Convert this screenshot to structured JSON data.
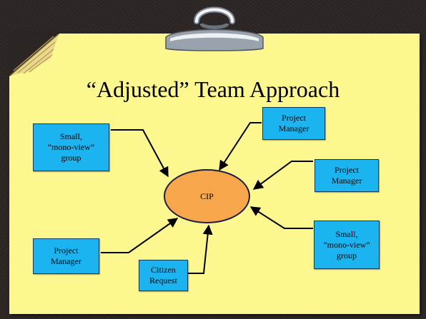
{
  "slide": {
    "title": "“Adjusted” Team Approach"
  },
  "diagram": {
    "center": {
      "label": "CIP",
      "fill": "#f7a64c"
    },
    "box_fill": "#1bb4f0",
    "nodes": [
      {
        "id": "pm-top",
        "label": "Project\nManager"
      },
      {
        "id": "small-left",
        "label": "Small,\n“mono-view”\ngroup"
      },
      {
        "id": "pm-right",
        "label": "Project\nManager"
      },
      {
        "id": "pm-bottom-left",
        "label": "Project\nManager"
      },
      {
        "id": "citizen",
        "label": "Citizen\nRequest"
      },
      {
        "id": "small-right",
        "label": "Small,\n“mono-view”\ngroup"
      }
    ]
  },
  "colors": {
    "paper": "#fdf78f",
    "background": "#2b2523"
  }
}
